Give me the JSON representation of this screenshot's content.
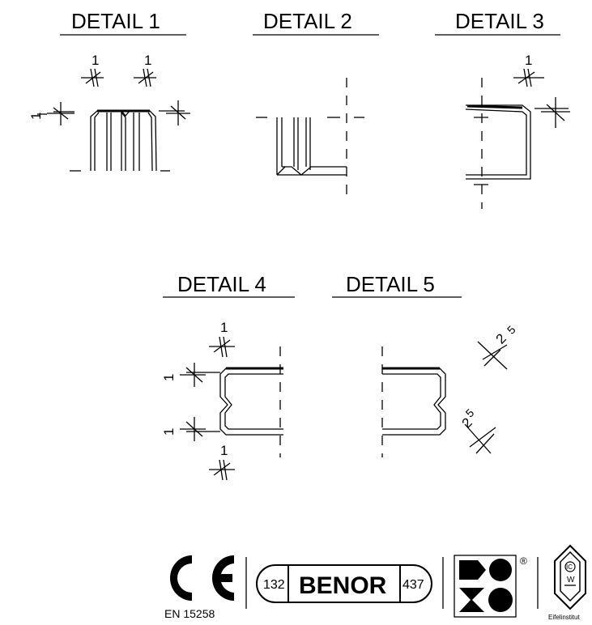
{
  "details": [
    {
      "title": "DETAIL 1"
    },
    {
      "title": "DETAIL 2"
    },
    {
      "title": "DETAIL 3"
    },
    {
      "title": "DETAIL 4"
    },
    {
      "title": "DETAIL 5"
    }
  ],
  "dimensions": {
    "one": "1",
    "two": "2",
    "five": "5"
  },
  "logos": {
    "ce_standard": "EN 15258",
    "benor_left": "132",
    "benor_text": "BENOR",
    "benor_right": "437",
    "komo_registered": "®",
    "eifel_label": "Eifelinstitut",
    "eifel_mark_top": "IC",
    "eifel_mark_bottom": "W"
  }
}
